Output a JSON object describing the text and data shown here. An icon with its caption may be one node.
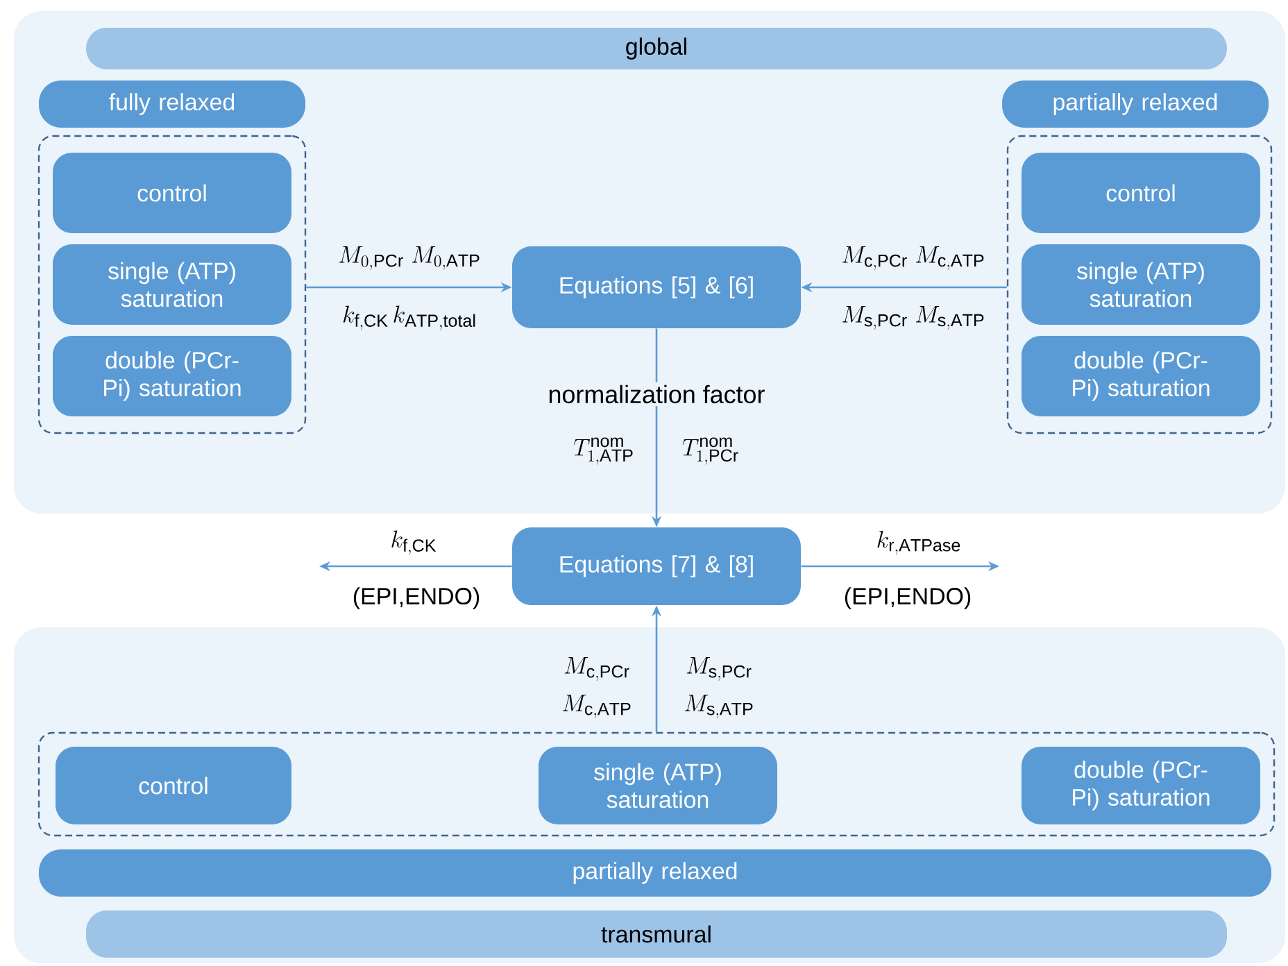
{
  "diagram": {
    "nodes": [
      {
        "text": [],
        "shape": "box"
      },
      {
        "text": [
          "global"
        ],
        "in": 0
      },
      {
        "text": [
          "fully relaxed"
        ],
        "in": 0
      },
      {
        "text": [],
        "shape": "box",
        "in": 0
      },
      {
        "text": [
          "control"
        ],
        "in": 3
      },
      {
        "text": [
          "single (ATP) saturation"
        ],
        "in": 3
      },
      {
        "text": [
          "double (PCr-Pi) saturation"
        ],
        "in": 3
      },
      {
        "text": [
          "Equations [5] & [6]"
        ],
        "in": 0
      },
      {
        "text": [
          "partially relaxed"
        ],
        "in": 0
      },
      {
        "text": [],
        "shape": "box",
        "in": 0
      },
      {
        "text": [
          "control"
        ],
        "in": 9
      },
      {
        "text": [
          "single (ATP) saturation"
        ],
        "in": 9
      },
      {
        "text": [
          "double (PCr-Pi) saturation"
        ],
        "in": 9
      },
      {
        "text": [
          "Equations [7] & [8]"
        ]
      },
      {
        "text": [],
        "shape": "box"
      },
      {
        "text": [],
        "shape": "box",
        "in": 14
      },
      {
        "text": [
          "control"
        ],
        "in": 15
      },
      {
        "text": [
          "single (ATP) saturation"
        ],
        "in": 15
      },
      {
        "text": [
          "double (PCr-Pi) saturation"
        ],
        "in": 15
      },
      {
        "text": [
          "partially relaxed"
        ],
        "in": 14
      },
      {
        "text": [
          "transmural"
        ],
        "in": 14
      }
    ],
    "edges": [
      {
        "from": 3,
        "to": 7,
        "arrow": "to",
        "label": "M_{0,\\mathrm{PCr}}\\ M_{0,\\mathrm{ATP}}"
      },
      {
        "from": 9,
        "to": 7,
        "arrow": "to",
        "label": "M_{\\mathrm{c,PCr}}\\ M_{\\mathrm{c,ATP}}"
      },
      {
        "from": 7,
        "to": 13,
        "arrow": "to",
        "label": "normalization factor"
      },
      {
        "from": 13,
        "to": null,
        "arrow": "to",
        "label": "k_{\\mathrm{f,CK}}"
      },
      {
        "from": 13,
        "to": null,
        "arrow": "to",
        "label": "k_{\\mathrm{r,ATPase}}"
      },
      {
        "from": 15,
        "to": 13,
        "arrow": "to"
      }
    ],
    "labels": [
      "k_{\\mathrm{f,CK}}\\,k_{\\mathrm{ATP,total}}",
      "M_{\\mathrm{s,PCr}}\\ M_{\\mathrm{s,ATP}}",
      "T^{\\mathrm{nom}}_{1,\\mathrm{ATP}}",
      "T^{\\mathrm{nom}}_{1,\\mathrm{PCr}}",
      "(EPI,ENDO)",
      "(EPI,ENDO)",
      "M_{\\mathrm{c,PCr}}",
      "M_{\\mathrm{s,PCr}}",
      "M_{\\mathrm{c,ATP}}",
      "M_{\\mathrm{s,ATP}}"
    ]
  }
}
